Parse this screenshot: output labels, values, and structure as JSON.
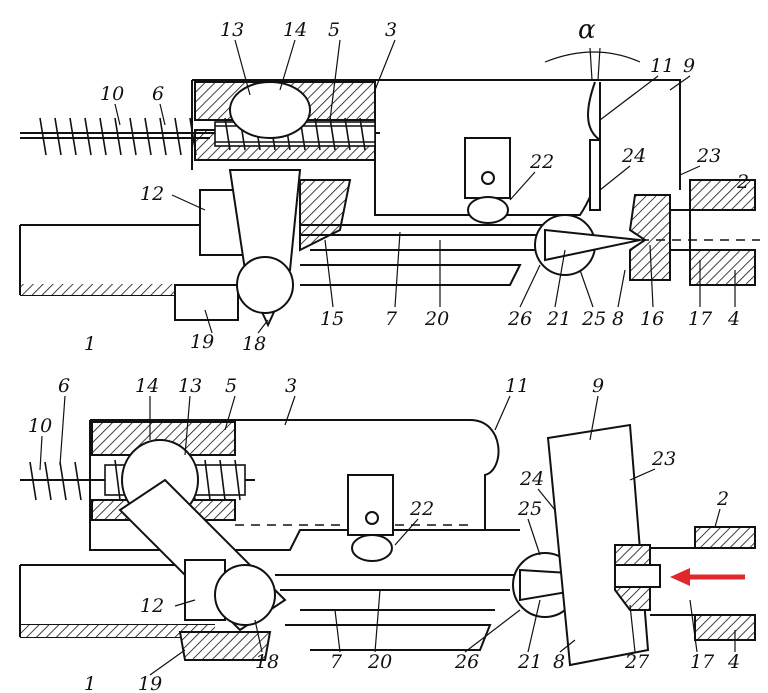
{
  "figure": {
    "angle_symbol": "α",
    "top_labels": [
      "13",
      "14",
      "5",
      "3",
      "11",
      "9",
      "10",
      "6",
      "22",
      "24",
      "23",
      "2",
      "12",
      "1",
      "19",
      "18",
      "15",
      "7",
      "20",
      "26",
      "21",
      "25",
      "8",
      "16",
      "17",
      "4"
    ],
    "bottom_labels": [
      "6",
      "14",
      "13",
      "5",
      "3",
      "11",
      "9",
      "10",
      "24",
      "23",
      "2",
      "25",
      "22",
      "12",
      "1",
      "19",
      "18",
      "7",
      "20",
      "26",
      "21",
      "8",
      "27",
      "17",
      "4"
    ]
  },
  "colors": {
    "ink": "#111111",
    "arrow": "#e0282a",
    "hatch": "#111111"
  }
}
